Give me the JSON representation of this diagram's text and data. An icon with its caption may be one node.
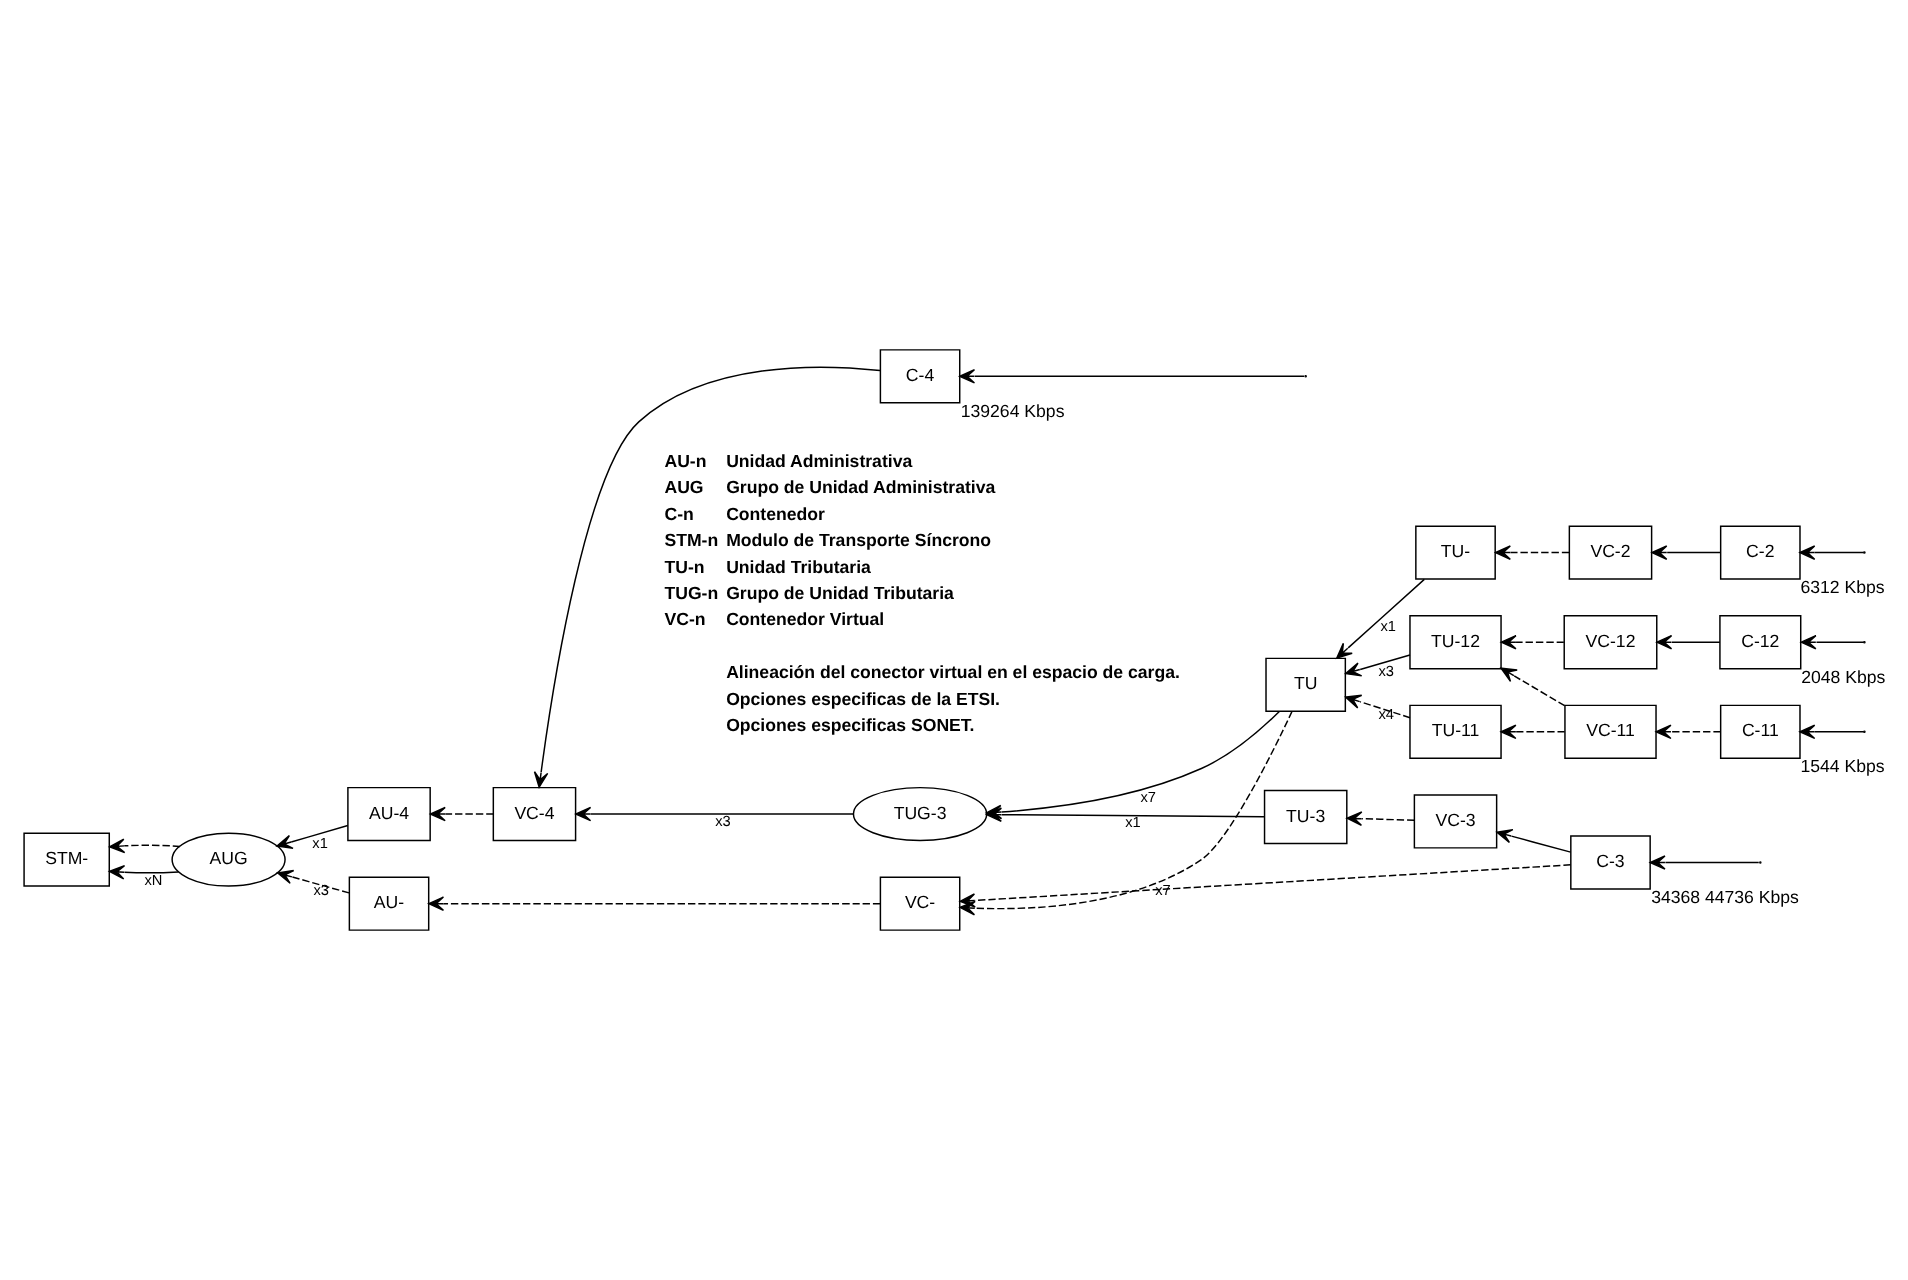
{
  "diagram": {
    "nodes": [
      {
        "text": [
          "STM-"
        ]
      },
      {
        "text": [
          "AUG"
        ]
      },
      {
        "text": [
          "AU-4"
        ]
      },
      {
        "text": [
          "VC-4"
        ]
      },
      {
        "text": [
          "C-4"
        ],
        "beside": [
          "139264 Kbps"
        ]
      },
      {
        "text": [
          "TUG-3"
        ]
      },
      {
        "text": [
          "TU-3"
        ]
      },
      {
        "text": [
          "VC-3"
        ]
      },
      {
        "text": [
          "AU-"
        ]
      },
      {
        "text": [
          "VC-"
        ]
      },
      {
        "text": [
          "C-3"
        ],
        "beside": [
          "34368 44736 Kbps"
        ]
      },
      {
        "text": [
          "TU"
        ]
      },
      {
        "text": [
          "TU-"
        ]
      },
      {
        "text": [
          "VC-2"
        ]
      },
      {
        "text": [
          "C-2"
        ],
        "beside": [
          "6312 Kbps"
        ]
      },
      {
        "text": [
          "TU-12"
        ]
      },
      {
        "text": [
          "VC-12"
        ]
      },
      {
        "text": [
          "C-12"
        ],
        "beside": [
          "2048 Kbps"
        ]
      },
      {
        "text": [
          "TU-11"
        ]
      },
      {
        "text": [
          "VC-11"
        ]
      },
      {
        "text": [
          "C-11"
        ],
        "beside": [
          "1544 Kbps"
        ]
      }
    ],
    "edges": [
      {
        "from": 1,
        "to": 0,
        "arrow": "to",
        "label": "xN"
      },
      {
        "from": 1,
        "to": 0,
        "arrow": "to",
        "style": "dashed"
      },
      {
        "from": 2,
        "to": 1,
        "arrow": "to",
        "label": "x1"
      },
      {
        "from": 3,
        "to": 2,
        "arrow": "to",
        "style": "dashed"
      },
      {
        "from": 4,
        "to": 3,
        "arrow": "to"
      },
      {
        "from": null,
        "to": 4,
        "arrow": "to"
      },
      {
        "from": 5,
        "to": 3,
        "arrow": "to",
        "label": "x3"
      },
      {
        "from": 6,
        "to": 5,
        "arrow": "to",
        "label": "x1"
      },
      {
        "from": 7,
        "to": 6,
        "arrow": "to",
        "style": "dashed"
      },
      {
        "from": 10,
        "to": 7,
        "arrow": "to"
      },
      {
        "from": null,
        "to": 10,
        "arrow": "to"
      },
      {
        "from": 8,
        "to": 1,
        "arrow": "to",
        "label": "x3",
        "style": "dashed"
      },
      {
        "from": 9,
        "to": 8,
        "arrow": "to",
        "style": "dashed"
      },
      {
        "from": 10,
        "to": 9,
        "arrow": "to",
        "style": "dashed"
      },
      {
        "from": 11,
        "to": 5,
        "arrow": "to",
        "label": "x7"
      },
      {
        "from": 11,
        "to": 9,
        "arrow": "to",
        "label": "x7",
        "style": "dashed"
      },
      {
        "from": 12,
        "to": 11,
        "arrow": "to",
        "label": "x1"
      },
      {
        "from": 13,
        "to": 12,
        "arrow": "to",
        "style": "dashed"
      },
      {
        "from": 14,
        "to": 13,
        "arrow": "to"
      },
      {
        "from": null,
        "to": 14,
        "arrow": "to"
      },
      {
        "from": 15,
        "to": 11,
        "arrow": "to",
        "label": "x3"
      },
      {
        "from": 16,
        "to": 15,
        "arrow": "to",
        "style": "dashed"
      },
      {
        "from": 17,
        "to": 16,
        "arrow": "to"
      },
      {
        "from": null,
        "to": 17,
        "arrow": "to"
      },
      {
        "from": 18,
        "to": 11,
        "arrow": "to",
        "label": "x4",
        "style": "dashed"
      },
      {
        "from": 19,
        "to": 15,
        "arrow": "to",
        "style": "dashed"
      },
      {
        "from": 19,
        "to": 18,
        "arrow": "to",
        "style": "dashed"
      },
      {
        "from": 20,
        "to": 19,
        "arrow": "to",
        "style": "dashed"
      },
      {
        "from": null,
        "to": 20,
        "arrow": "to"
      }
    ],
    "labels": [
      "AU-n",
      "Unidad Administrativa",
      "AUG",
      "Grupo de Unidad Administrativa",
      "C-n",
      "Contenedor",
      "STM-n",
      "Modulo de Transporte Síncrono",
      "TU-n",
      "Unidad Tributaria",
      "TUG-n",
      "Grupo de Unidad Tributaria",
      "VC-n",
      "Contenedor Virtual"
    ],
    "legend": [
      {
        "text": "Alineación del conector virtual en el espacio de carga."
      },
      {
        "text": "Opciones especificas de la ETSI."
      },
      {
        "text": "Opciones especificas SONET."
      }
    ]
  }
}
